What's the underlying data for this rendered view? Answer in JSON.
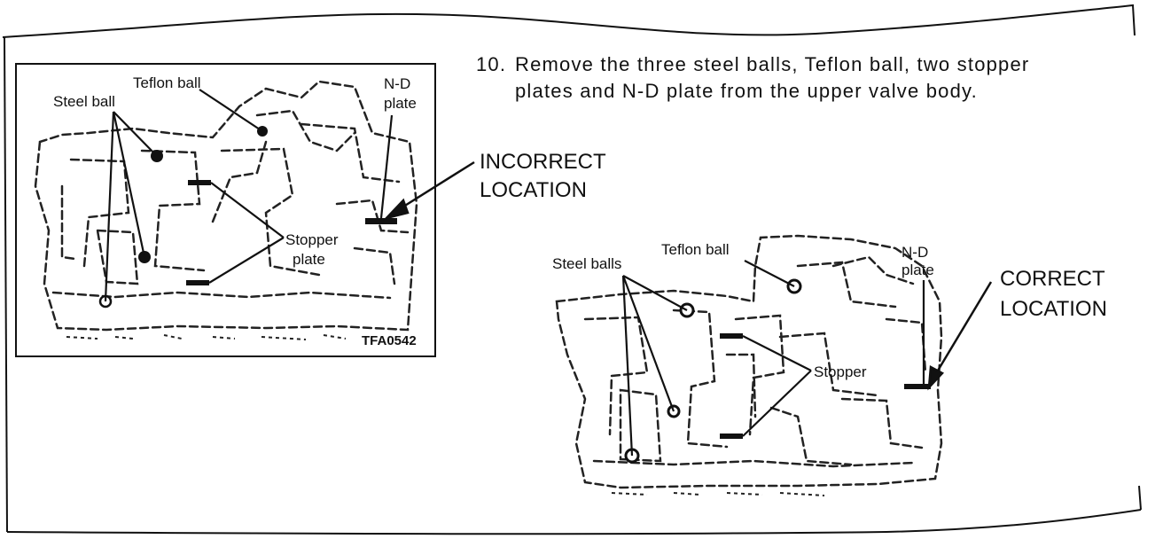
{
  "step": {
    "number": "10.",
    "line1": "Remove the three steel balls, Teflon ball, two stopper",
    "line2": "plates and N-D plate from the upper valve body."
  },
  "incorrect_figure": {
    "label_steel_ball": "Steel ball",
    "label_teflon_ball": "Teflon ball",
    "label_nd": "N-D",
    "label_nd_plate": "plate",
    "label_stopper": "Stopper",
    "label_stopper_plate": "plate",
    "code": "TFA0542"
  },
  "incorrect_location": {
    "line1": "INCORRECT",
    "line2": "LOCATION"
  },
  "correct_figure": {
    "label_steel_balls": "Steel balls",
    "label_teflon_ball": "Teflon ball",
    "label_nd": "N-D",
    "label_nd_plate": "plate",
    "label_stopper": "Stopper"
  },
  "correct_location": {
    "line1": "CORRECT",
    "line2": "LOCATION"
  }
}
